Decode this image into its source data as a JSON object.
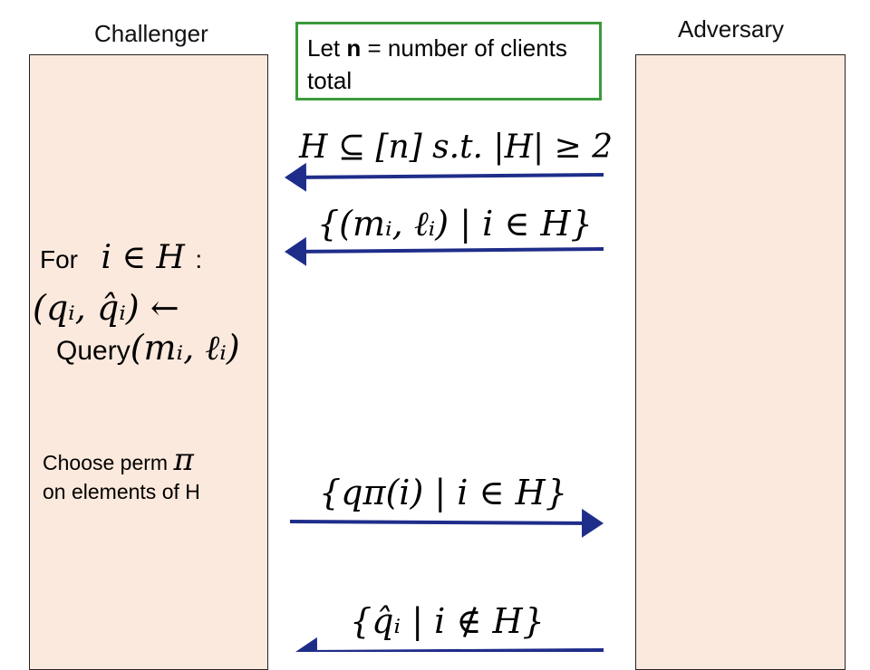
{
  "labels": {
    "challenger": "Challenger",
    "adversary": "Adversary"
  },
  "note": {
    "prefix": "Let ",
    "bold": "n",
    "suffix": " = number of clients total"
  },
  "messages": {
    "m1": "H ⊆ [n] s.t. |H| ≥ 2",
    "m2": "{(mᵢ, ℓᵢ) | i ∈ H}",
    "m3": "{qπ(i) | i ∈ H}",
    "m4": "{q̂ᵢ | i ∉ H}"
  },
  "challenger_steps": {
    "for_word": "For",
    "for_cond": "i ∈ H",
    "colon": ":",
    "assign": "(qᵢ, q̂ᵢ) ←",
    "query_word": "Query",
    "query_args": "(mᵢ, ℓᵢ)",
    "choose_line1": "Choose perm",
    "pi_symbol": "π",
    "choose_line2": "on elements of H"
  },
  "colors": {
    "panel_fill": "#fbe9dd",
    "arrow": "#1f2d8a",
    "note_border": "#3c9a3c"
  }
}
